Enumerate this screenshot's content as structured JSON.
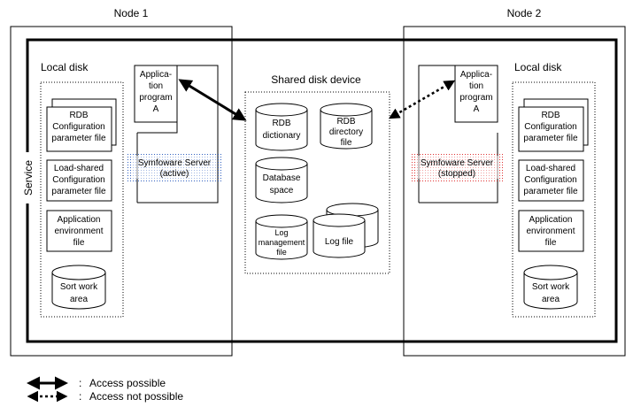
{
  "nodes": {
    "node1": "Node 1",
    "node2": "Node 2"
  },
  "service": "Service",
  "shared_disk": {
    "title": "Shared disk device",
    "rdb_dictionary": [
      "RDB",
      "dictionary"
    ],
    "rdb_directory_file": [
      "RDB",
      "directory",
      "file"
    ],
    "database_space": [
      "Database",
      "space"
    ],
    "log_management_file": [
      "Log",
      "management",
      "file"
    ],
    "log_file": "Log file"
  },
  "left": {
    "local_disk": "Local disk",
    "rdb_config": [
      "RDB",
      "Configuration",
      "parameter file"
    ],
    "load_shared_config": [
      "Load-shared",
      "Configuration",
      "parameter file"
    ],
    "app_env_file": [
      "Application",
      "environment",
      "file"
    ],
    "sort_work_area": [
      "Sort work",
      "area"
    ],
    "application_program": [
      "Applica-",
      "tion",
      "program",
      "A"
    ],
    "symfoware": [
      "Symfoware Server",
      "(active)"
    ]
  },
  "right": {
    "local_disk": "Local disk",
    "rdb_config": [
      "RDB",
      "Configuration",
      "parameter file"
    ],
    "load_shared_config": [
      "Load-shared",
      "Configuration",
      "parameter file"
    ],
    "app_env_file": [
      "Application",
      "environment",
      "file"
    ],
    "sort_work_area": [
      "Sort work",
      "area"
    ],
    "application_program": [
      "Applica-",
      "tion",
      "program",
      "A"
    ],
    "symfoware": [
      "Symfoware Server",
      "(stopped)"
    ]
  },
  "legend": {
    "colon": ":",
    "access_possible": "Access possible",
    "access_not_possible": "Access not possible"
  },
  "colors": {
    "line": "#000000",
    "active_dots": "#3060c0",
    "stopped_dots": "#e03030"
  }
}
